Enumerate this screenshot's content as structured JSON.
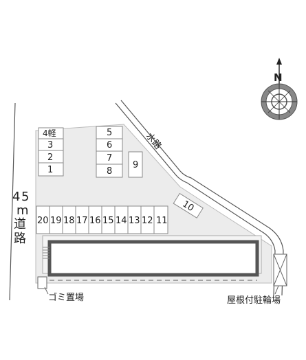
{
  "map": {
    "compass_letter": "N",
    "road_left": [
      "4",
      "5",
      "m",
      "道",
      "路"
    ],
    "canal_label": "水路",
    "garbage_label": "ゴミ置場",
    "bicycle_label": "屋根付駐輪場",
    "slots_left_block": [
      "4軽",
      "3",
      "2",
      "1"
    ],
    "slots_center_block": [
      "5",
      "6",
      "7",
      "8"
    ],
    "slot_single": "9",
    "slot_rotated": "10",
    "slots_row": [
      "20",
      "19",
      "18",
      "17",
      "16",
      "15",
      "14",
      "13",
      "12",
      "11"
    ]
  },
  "colors": {
    "lot_fill": "#ececec",
    "building_fill": "#ffffff",
    "building_border": "#555555"
  }
}
